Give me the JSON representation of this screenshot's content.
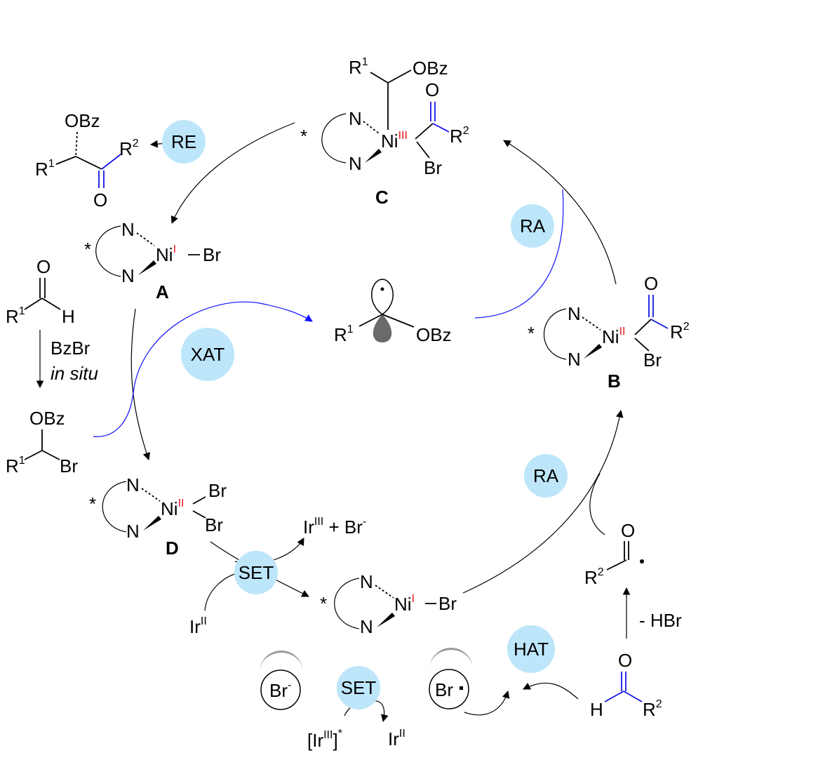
{
  "colors": {
    "blue": "#1414e6",
    "red": "#e8141e",
    "bubble": "#bde6fa",
    "black": "#000000",
    "shade": "#9a9a9a"
  },
  "labels": {
    "RE": "RE",
    "RA_top": "RA",
    "RA_bottom": "RA",
    "XAT": "XAT",
    "HAT": "HAT",
    "SET_upper": "SET",
    "SET_lower": "SET",
    "A": "A",
    "B": "B",
    "C": "C",
    "D": "D"
  },
  "texts": {
    "bzbr": "BzBr",
    "in_situ": "in situ",
    "minus_hbr": "- HBr",
    "ir3_plus_br": "Ir",
    "ir3_sup": "III",
    "plus_br": " + Br",
    "minus_sup": "-",
    "ir2_left": "Ir",
    "ir2_sup": "II",
    "ir3_star": "[Ir",
    "ir3_star_sup": "III",
    "ir3_star_close": "]",
    "star_sup": "*",
    "ir2_bottom": "Ir",
    "ir2_bottom_sup": "II",
    "br_minus": "Br",
    "br_minus_sup": "-",
    "br_radical": "Br"
  },
  "atoms": {
    "N": "N",
    "Ni": "Ni",
    "Br": "Br",
    "O": "O",
    "H": "H",
    "R": "R",
    "OBz": "OBz",
    "star": "*",
    "ox_I": "I",
    "ox_II": "II",
    "ox_III": "III",
    "sup1": "1",
    "sup2": "2"
  }
}
